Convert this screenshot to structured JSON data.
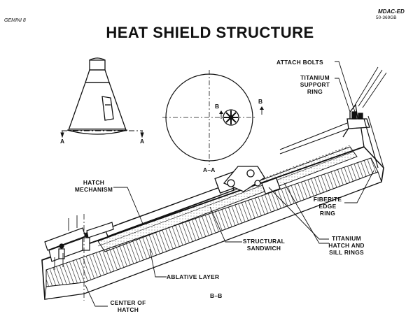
{
  "header": {
    "program": "GEMINI 8",
    "org": "MDAC-ED",
    "doc_number": "50-369GB"
  },
  "title": "HEAT SHIELD STRUCTURE",
  "views": {
    "capsule_section_a1": "A",
    "capsule_section_a2": "A",
    "circle_arrow_b1": "B",
    "circle_arrow_b2": "B",
    "circle_view_label": "A–A",
    "section_view_label": "B–B"
  },
  "callouts": {
    "attach_bolts": "ATTACH BOLTS",
    "titanium_support_ring": [
      "TITANIUM",
      "SUPPORT",
      "RING"
    ],
    "hatch_mechanism": [
      "HATCH",
      "MECHANISM"
    ],
    "fiberite_edge_ring": [
      "FIBERITE",
      "EDGE",
      "RING"
    ],
    "structural_sandwich": [
      "STRUCTURAL",
      "SANDWICH"
    ],
    "titanium_hatch_sill": [
      "TITANIUM",
      "HATCH AND",
      "SILL RINGS"
    ],
    "ablative_layer": "ABLATIVE LAYER",
    "center_of_hatch": [
      "CENTER OF",
      "HATCH"
    ]
  }
}
